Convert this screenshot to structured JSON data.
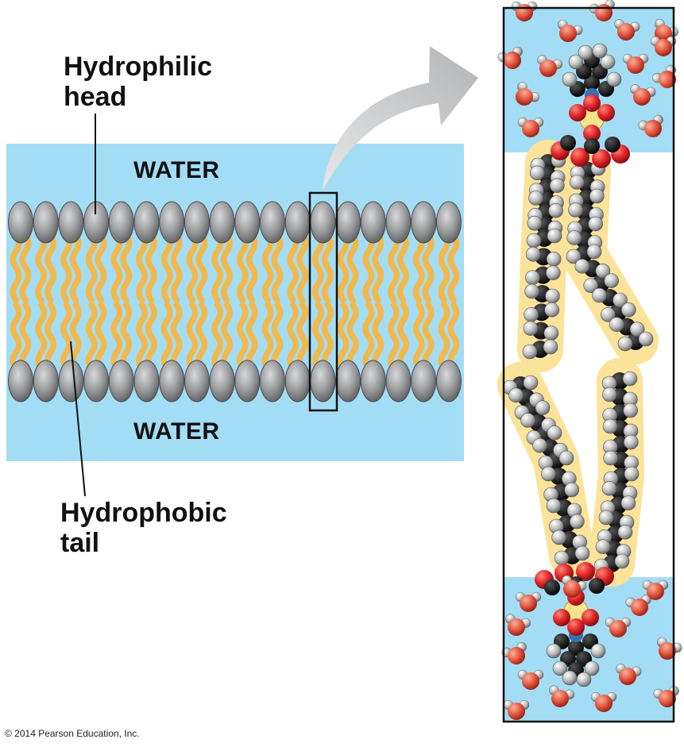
{
  "labels": {
    "head_line1": "Hydrophilic",
    "head_line2": "head",
    "tail_line1": "Hydrophobic",
    "tail_line2": "tail",
    "water_top": "WATER",
    "water_bottom": "WATER"
  },
  "copyright": "© 2014 Pearson Education, Inc.",
  "colors": {
    "water": "#a3ddf5",
    "head": "#8e8f91",
    "tail": "#f2b84b",
    "glow": "#fbe39a",
    "oxygen": "#e3262a",
    "hydrogen": "#cfd0d2",
    "carbon": "#151515",
    "phosphorus": "#f7e38c",
    "arrow": "#c9cacc"
  }
}
